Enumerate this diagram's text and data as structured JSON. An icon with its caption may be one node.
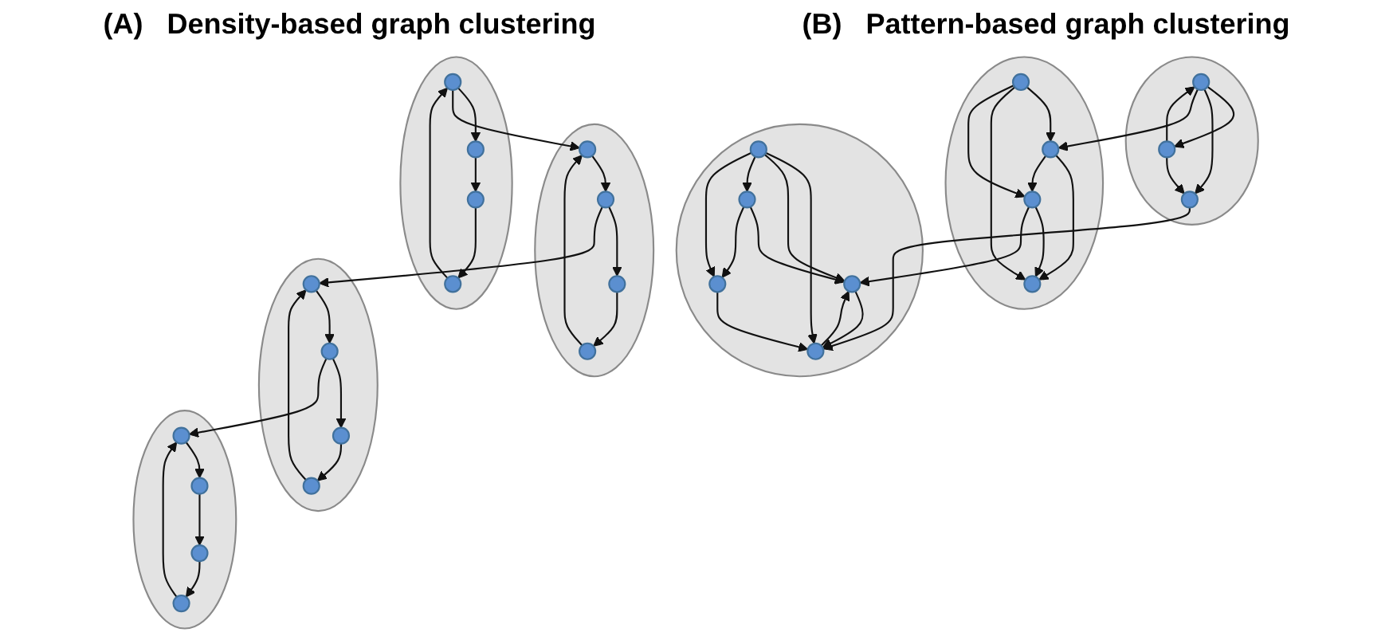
{
  "diagram": {
    "nodes": [
      {
        "text": [],
        "shape": "ellipse"
      },
      {
        "text": [],
        "shape": "circle",
        "in": 0
      },
      {
        "text": [],
        "shape": "circle",
        "in": 0
      },
      {
        "text": [],
        "shape": "circle",
        "in": 0
      },
      {
        "text": [],
        "shape": "circle",
        "in": 0
      },
      {
        "text": [],
        "shape": "ellipse"
      },
      {
        "text": [],
        "shape": "circle",
        "in": 5
      },
      {
        "text": [],
        "shape": "circle",
        "in": 5
      },
      {
        "text": [],
        "shape": "circle",
        "in": 5
      },
      {
        "text": [],
        "shape": "ellipse"
      },
      {
        "text": [],
        "shape": "circle",
        "in": 9
      },
      {
        "text": [],
        "shape": "circle",
        "in": 9
      },
      {
        "text": [],
        "shape": "circle",
        "in": 9
      },
      {
        "text": [],
        "shape": "circle",
        "in": 9
      },
      {
        "text": [],
        "shape": "circle",
        "in": 9
      },
      {
        "text": [],
        "shape": "ellipse"
      },
      {
        "text": [],
        "shape": "circle",
        "in": 15
      },
      {
        "text": [],
        "shape": "circle",
        "in": 15
      },
      {
        "text": [],
        "shape": "circle",
        "in": 15
      },
      {
        "text": [],
        "shape": "circle",
        "in": 15
      },
      {
        "text": [],
        "shape": "ellipse"
      },
      {
        "text": [],
        "shape": "circle",
        "in": 20
      },
      {
        "text": [],
        "shape": "circle",
        "in": 20
      },
      {
        "text": [],
        "shape": "circle",
        "in": 20
      },
      {
        "text": [],
        "shape": "circle",
        "in": 20
      },
      {
        "text": [],
        "shape": "ellipse"
      },
      {
        "text": [],
        "shape": "circle",
        "in": 25
      },
      {
        "text": [],
        "shape": "circle",
        "in": 25
      },
      {
        "text": [],
        "shape": "circle",
        "in": 25
      },
      {
        "text": [],
        "shape": "circle",
        "in": 25
      },
      {
        "text": [],
        "shape": "ellipse"
      },
      {
        "text": [],
        "shape": "circle",
        "in": 30
      },
      {
        "text": [],
        "shape": "circle",
        "in": 30
      },
      {
        "text": [],
        "shape": "circle",
        "in": 30
      },
      {
        "text": [],
        "shape": "circle",
        "in": 30
      }
    ],
    "edges": [
      {
        "from": 1,
        "to": 2,
        "arrow": "to"
      },
      {
        "from": 1,
        "to": 3,
        "arrow": "to"
      },
      {
        "from": 1,
        "to": 4,
        "arrow": "to"
      },
      {
        "from": 2,
        "to": 3,
        "arrow": "to"
      },
      {
        "from": 2,
        "to": 4,
        "arrow": "to"
      },
      {
        "from": 4,
        "to": 3,
        "arrow": "to"
      },
      {
        "from": 6,
        "to": 7,
        "arrow": "to"
      },
      {
        "from": 7,
        "to": 6,
        "arrow": "to"
      },
      {
        "from": 6,
        "to": 8,
        "arrow": "to"
      },
      {
        "from": 7,
        "to": 8,
        "arrow": "to"
      },
      {
        "from": 6,
        "to": 2,
        "arrow": "to"
      },
      {
        "from": 8,
        "to": 10,
        "arrow": "to"
      },
      {
        "from": 4,
        "to": 12,
        "arrow": "to"
      },
      {
        "from": 11,
        "to": 10,
        "arrow": "to"
      },
      {
        "from": 11,
        "to": 12,
        "arrow": "to"
      },
      {
        "from": 10,
        "to": 12,
        "arrow": "to"
      },
      {
        "from": 12,
        "to": 10,
        "arrow": "to"
      },
      {
        "from": 11,
        "to": 13,
        "arrow": "to"
      },
      {
        "from": 11,
        "to": 14,
        "arrow": "to"
      },
      {
        "from": 14,
        "to": 10,
        "arrow": "to"
      },
      {
        "from": 13,
        "to": 12,
        "arrow": "to"
      },
      {
        "from": 13,
        "to": 14,
        "arrow": "to"
      },
      {
        "from": 16,
        "to": 18,
        "arrow": "to"
      },
      {
        "from": 18,
        "to": 19,
        "arrow": "to"
      },
      {
        "from": 19,
        "to": 17,
        "arrow": "to"
      },
      {
        "from": 17,
        "to": 16,
        "arrow": "to"
      },
      {
        "from": 21,
        "to": 23,
        "arrow": "to"
      },
      {
        "from": 23,
        "to": 24,
        "arrow": "to"
      },
      {
        "from": 24,
        "to": 22,
        "arrow": "to"
      },
      {
        "from": 22,
        "to": 21,
        "arrow": "to"
      },
      {
        "from": 26,
        "to": 28,
        "arrow": "to"
      },
      {
        "from": 28,
        "to": 29,
        "arrow": "to"
      },
      {
        "from": 29,
        "to": 27,
        "arrow": "to"
      },
      {
        "from": 27,
        "to": 26,
        "arrow": "to"
      },
      {
        "from": 31,
        "to": 33,
        "arrow": "to"
      },
      {
        "from": 33,
        "to": 34,
        "arrow": "to"
      },
      {
        "from": 34,
        "to": 32,
        "arrow": "to"
      },
      {
        "from": 32,
        "to": 31,
        "arrow": "to"
      },
      {
        "from": 21,
        "to": 16,
        "arrow": "to"
      },
      {
        "from": 18,
        "to": 28,
        "arrow": "to"
      },
      {
        "from": 29,
        "to": 34,
        "arrow": "to"
      }
    ],
    "labels": [
      "(A)   Density-based graph clustering",
      "(B)   Pattern-based graph clustering"
    ]
  }
}
